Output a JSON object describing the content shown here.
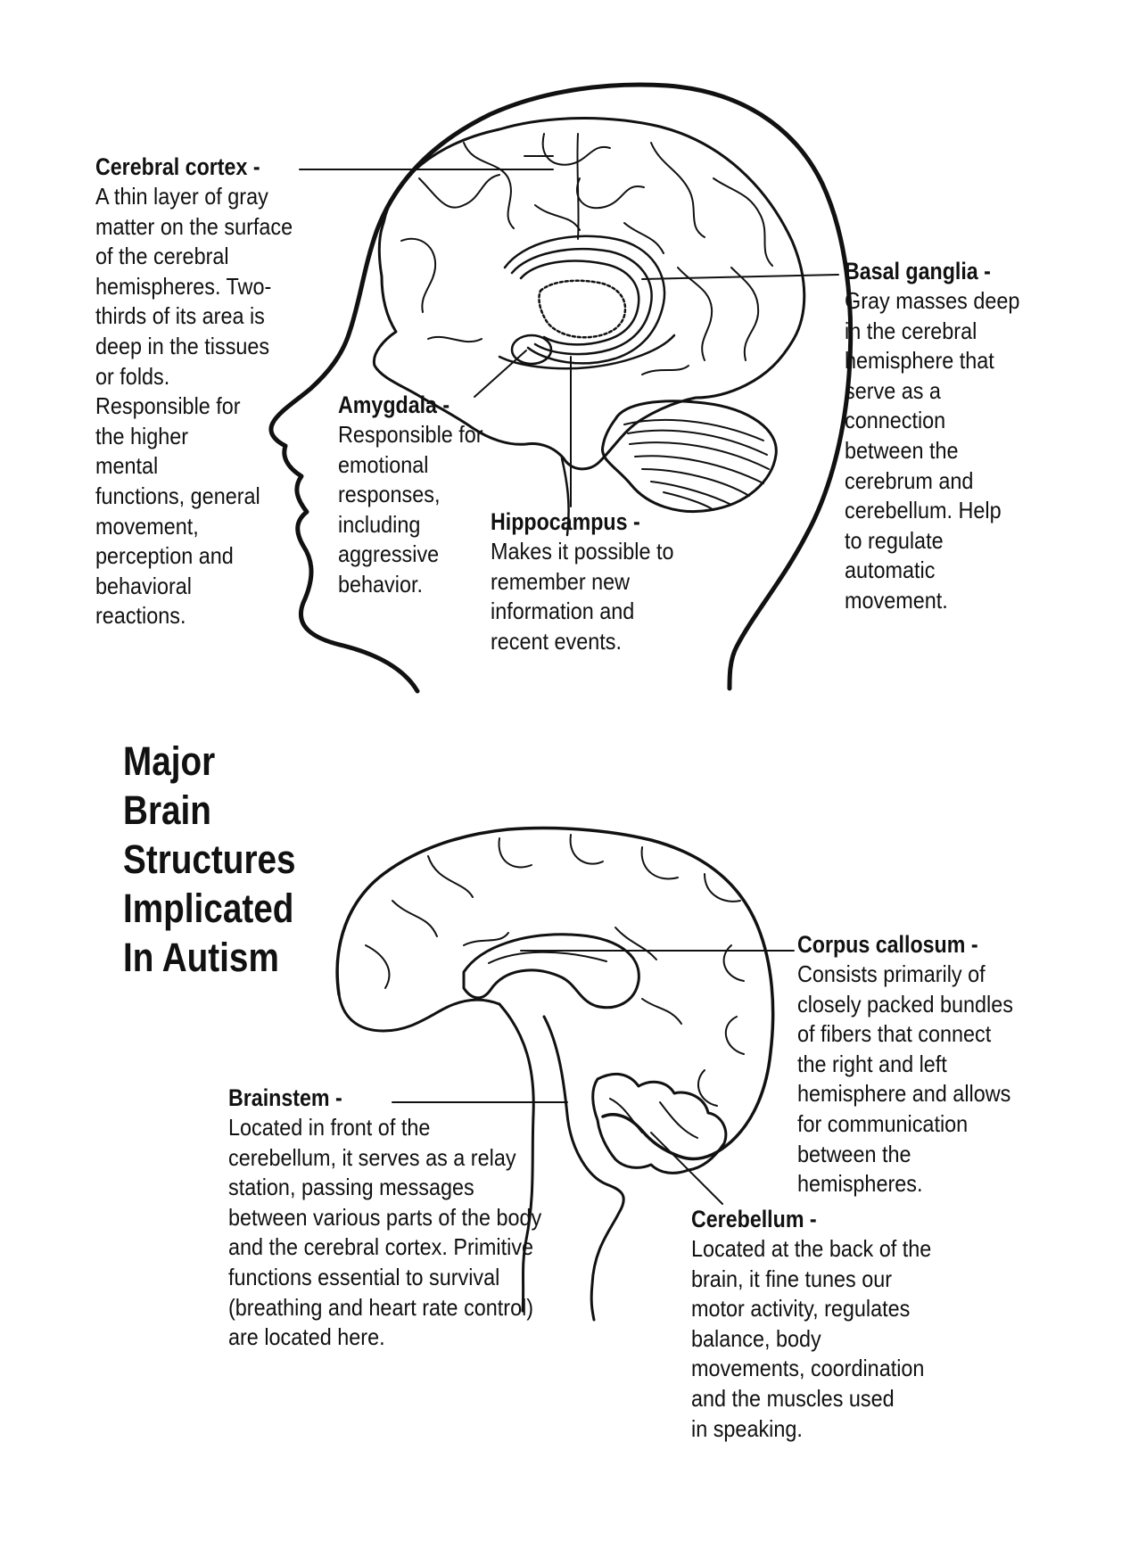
{
  "title": "Major\nBrain\nStructures\nImplicated\nIn Autism",
  "labels": {
    "cerebral_cortex": {
      "heading": "Cerebral cortex -",
      "body": "A thin layer of gray\nmatter on the surface\nof the cerebral\nhemispheres. Two-\nthirds of its area is\ndeep in the tissues\nor folds.\nResponsible for\nthe higher\nmental\nfunctions, general\nmovement,\nperception and\nbehavioral\nreactions."
    },
    "amygdala": {
      "heading": "Amygdala -",
      "body": "Responsible for\nemotional\nresponses,\nincluding\naggressive\nbehavior."
    },
    "hippocampus": {
      "heading": "Hippocampus -",
      "body": "Makes it possible to\nremember new\ninformation and\nrecent events."
    },
    "basal_ganglia": {
      "heading": "Basal ganglia -",
      "body": "Gray masses deep\nin the cerebral\nhemisphere that\nserve as a\nconnection\nbetween the\ncerebrum and\ncerebellum. Help\nto regulate\nautomatic\nmovement."
    },
    "corpus_callosum": {
      "heading": "Corpus callosum -",
      "body": "Consists primarily of\nclosely packed bundles\nof fibers that connect\nthe right and left\nhemisphere and allows\nfor communication\nbetween the\nhemispheres."
    },
    "brainstem": {
      "heading": "Brainstem -",
      "body": "Located in front of the\ncerebellum, it serves as a relay\nstation, passing messages\nbetween various parts of the body\nand the cerebral cortex. Primitive\nfunctions essential to survival\n(breathing and heart rate control)\nare located here."
    },
    "cerebellum": {
      "heading": "Cerebellum -",
      "body": "Located at the back of the\nbrain, it fine tunes our\nmotor activity, regulates\nbalance, body\nmovements, coordination\nand the muscles used\nin speaking."
    }
  },
  "colors": {
    "ink": "#111111",
    "background": "#ffffff"
  }
}
